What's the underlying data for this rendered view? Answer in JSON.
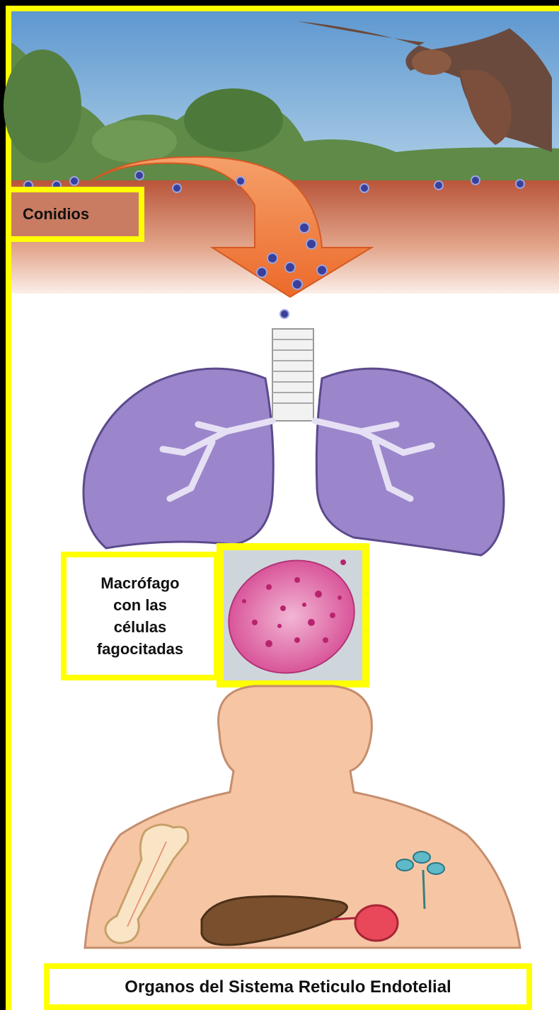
{
  "labels": {
    "conidia": "Conidios",
    "macrophage_lines": [
      "Macrófago",
      "con las",
      "células",
      "fagocitadas"
    ],
    "organs": "Organos del Sistema Reticulo Endotelial"
  },
  "colors": {
    "frame": "#ffff00",
    "sky": "#6fa6d6",
    "soil": "#c9714f",
    "arrow": "#f07a3c",
    "lung": "#9b86cc",
    "skin": "#f6c6a4",
    "macrophage": "#d9559a",
    "conidia_dots": "#3a3f9a"
  },
  "icons": [
    "bat-icon",
    "lungs-icon",
    "macrophage-cell-icon",
    "human-torso-icon",
    "bone-icon",
    "liver-icon",
    "spleen-icon",
    "lymph-node-icon"
  ]
}
